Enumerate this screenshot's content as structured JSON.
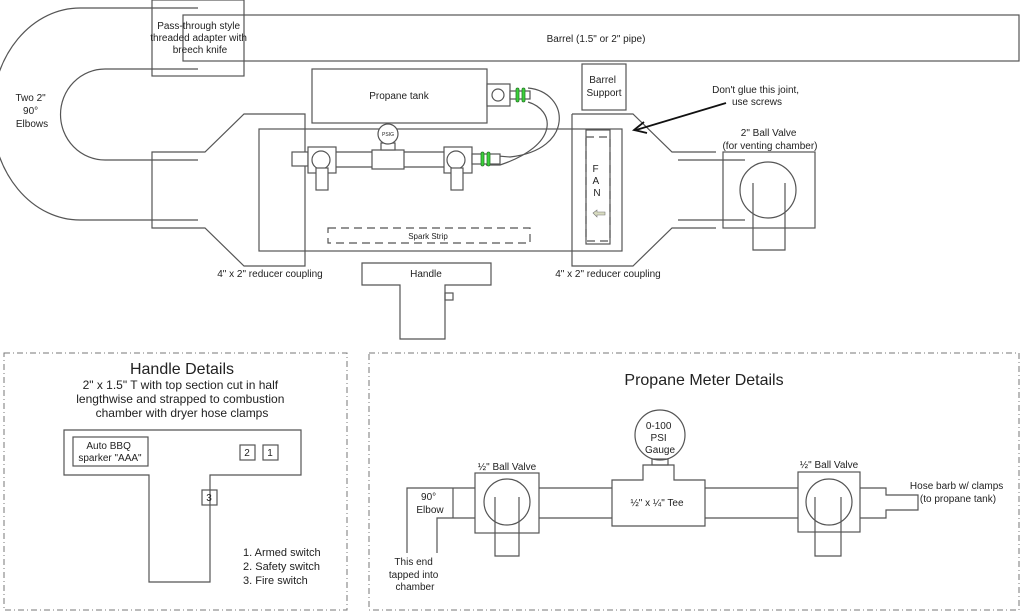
{
  "main_assembly": {
    "barrel_label": "Barrel (1.5\" or 2\" pipe)",
    "adapter_label": [
      "Pass-through style",
      "threaded adapter with",
      "breech knife"
    ],
    "elbows_label": [
      "Two 2\"",
      "90°",
      "Elbows"
    ],
    "propane_tank_label": "Propane tank",
    "psig_label": "PSIG",
    "barrel_support_label": [
      "Barrel",
      "Support"
    ],
    "glue_note": [
      "Don't glue this joint,",
      "use screws"
    ],
    "ball_valve_label": [
      "2\" Ball Valve",
      "(for venting chamber)"
    ],
    "fan_label": [
      "F",
      "A",
      "N"
    ],
    "spark_strip_label": "Spark Strip",
    "handle_label": "Handle",
    "reducer_left_label": "4\" x 2\" reducer coupling",
    "reducer_right_label": "4\" x 2\" reducer coupling",
    "clamp_color": "#3ad13a"
  },
  "handle_details": {
    "title": "Handle Details",
    "description": [
      "2\" x 1.5\" T with top section cut in half",
      "lengthwise and strapped to combustion",
      "chamber with dryer hose clamps"
    ],
    "sparker_label": [
      "Auto BBQ",
      "sparker \"AAA\""
    ],
    "switch_numbers": [
      "2",
      "1",
      "3"
    ],
    "legend": [
      "1. Armed switch",
      "2. Safety switch",
      "3. Fire switch"
    ]
  },
  "propane_meter_details": {
    "title": "Propane Meter Details",
    "gauge_label": [
      "0-100",
      "PSI",
      "Gauge"
    ],
    "left_valve_label": "½\" Ball Valve",
    "right_valve_label": "½\" Ball Valve",
    "elbow_label": [
      "90°",
      "Elbow"
    ],
    "tee_label": "½\" x ¼\" Tee",
    "tapped_note": [
      "This end",
      "tapped into",
      "chamber"
    ],
    "hose_barb_label": [
      "Hose barb w/ clamps",
      "(to propane tank)"
    ]
  }
}
